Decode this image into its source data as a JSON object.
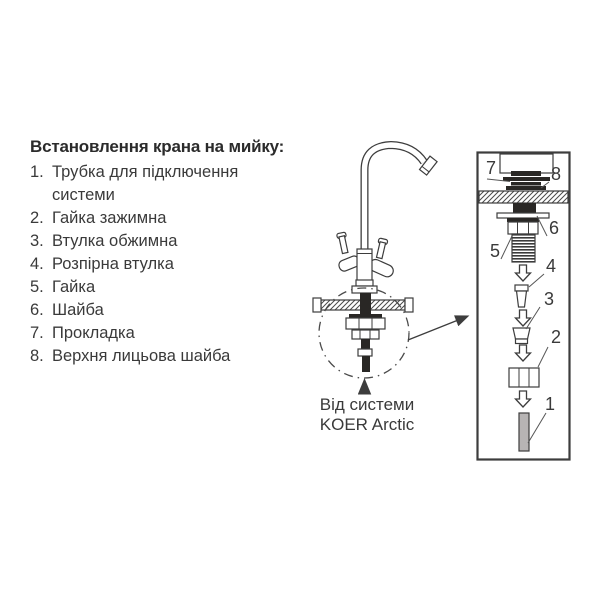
{
  "instructions": {
    "title": "Встановлення крана на мийку:",
    "items": [
      {
        "num": "1.",
        "label": "Трубка для підключення системи"
      },
      {
        "num": "2.",
        "label": "Гайка зажимна"
      },
      {
        "num": "3.",
        "label": "Втулка обжимна"
      },
      {
        "num": "4.",
        "label": "Розпірна втулка"
      },
      {
        "num": "5.",
        "label": "Гайка"
      },
      {
        "num": "6.",
        "label": "Шайба"
      },
      {
        "num": "7.",
        "label": "Прокладка"
      },
      {
        "num": "8.",
        "label": "Верхня лицьова шайба"
      }
    ]
  },
  "diagram": {
    "caption": {
      "line1": "Від системи",
      "line2": "KOER Arctic"
    },
    "part_labels": {
      "p1": "1",
      "p2": "2",
      "p3": "3",
      "p4": "4",
      "p5": "5",
      "p6": "6",
      "p7": "7",
      "p8": "8"
    }
  },
  "colors": {
    "background": "#ffffff",
    "text": "#3a3a3a",
    "line_art": "#3d3d3d",
    "dark_fill": "#292725",
    "tube_gray": "#b7b4b4"
  }
}
